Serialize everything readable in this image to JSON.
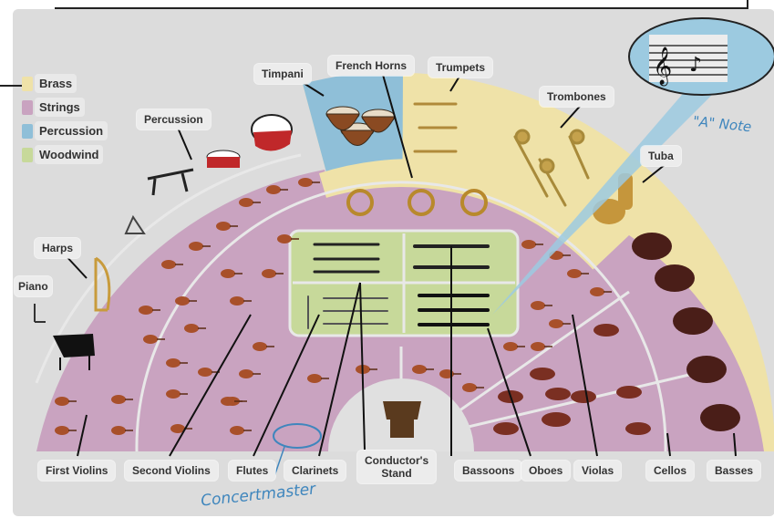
{
  "legend": [
    {
      "label": "Brass",
      "color": "#efe2a8"
    },
    {
      "label": "Strings",
      "color": "#c9a3c0"
    },
    {
      "label": "Percussion",
      "color": "#8fbfd8"
    },
    {
      "label": "Woodwind",
      "color": "#c7d99a"
    }
  ],
  "sections": {
    "percussion": "Percussion",
    "timpani": "Timpani",
    "french_horns": "French Horns",
    "trumpets": "Trumpets",
    "trombones": "Trombones",
    "tuba": "Tuba",
    "harps": "Harps",
    "piano": "Piano"
  },
  "bottom_labels": {
    "first_violins": "First Violins",
    "second_violins": "Second Violins",
    "flutes": "Flutes",
    "clarinets": "Clarinets",
    "conductor_stand": "Conductor's Stand",
    "bassoons": "Bassoons",
    "oboes": "Oboes",
    "violas": "Violas",
    "cellos": "Cellos",
    "basses": "Basses"
  },
  "annotations": {
    "a_note": "\"A\" Note",
    "concertmaster": "Concertmaster"
  },
  "icons": [
    "violin-icon",
    "cello-icon",
    "bass-icon",
    "clarinet-icon",
    "flute-icon",
    "oboe-icon",
    "bassoon-icon",
    "french-horn-icon",
    "trumpet-icon",
    "trombone-icon",
    "tuba-icon",
    "timpani-icon",
    "drum-icon",
    "triangle-icon",
    "xylophone-icon",
    "harp-icon",
    "piano-icon",
    "podium-icon",
    "treble-clef-icon",
    "music-note-icon"
  ]
}
